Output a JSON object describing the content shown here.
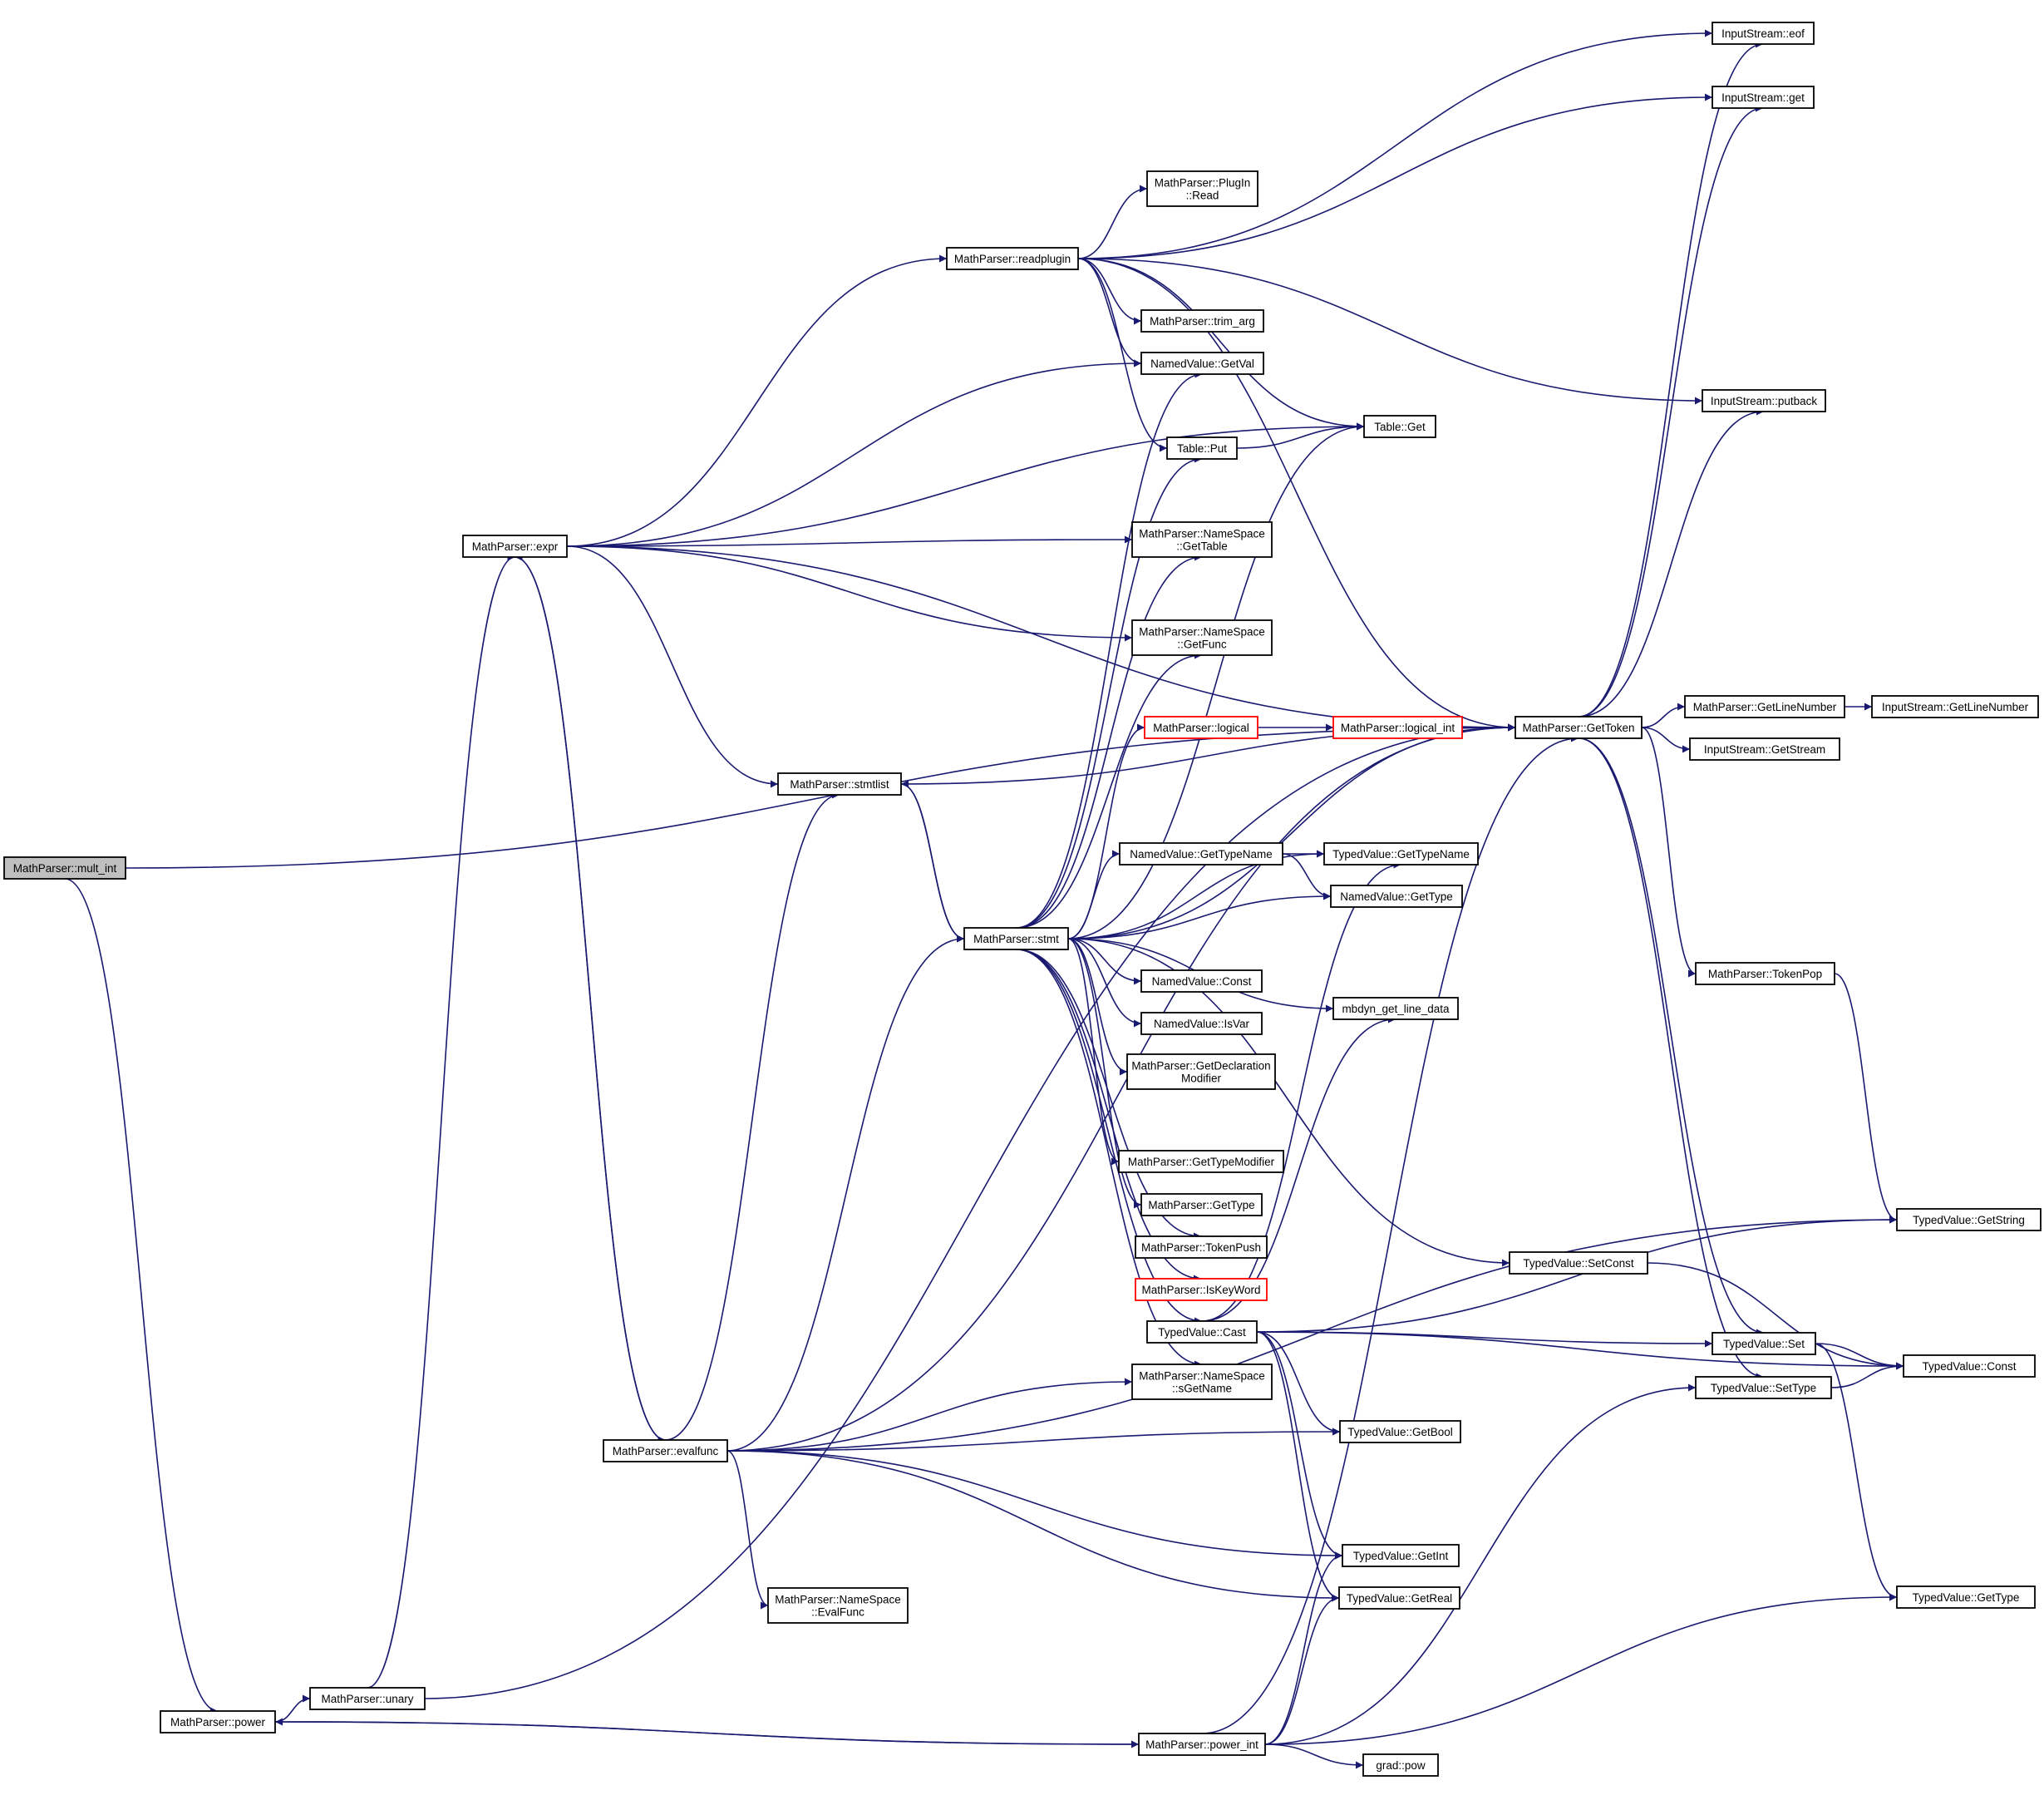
{
  "nodes": [
    {
      "id": "mult_int",
      "lines": [
        "MathParser::mult_int"
      ],
      "root": true
    },
    {
      "id": "power",
      "lines": [
        "MathParser::power"
      ]
    },
    {
      "id": "unary",
      "lines": [
        "MathParser::unary"
      ]
    },
    {
      "id": "expr",
      "lines": [
        "MathParser::expr"
      ]
    },
    {
      "id": "readplugin",
      "lines": [
        "MathParser::readplugin"
      ]
    },
    {
      "id": "stmtlist",
      "lines": [
        "MathParser::stmtlist"
      ]
    },
    {
      "id": "stmt",
      "lines": [
        "MathParser::stmt"
      ]
    },
    {
      "id": "evalfunc",
      "lines": [
        "MathParser::evalfunc"
      ]
    },
    {
      "id": "power_int",
      "lines": [
        "MathParser::power_int"
      ]
    },
    {
      "id": "plugin_read",
      "lines": [
        "MathParser::PlugIn",
        "::Read"
      ]
    },
    {
      "id": "trim_arg",
      "lines": [
        "MathParser::trim_arg"
      ]
    },
    {
      "id": "getval",
      "lines": [
        "NamedValue::GetVal"
      ]
    },
    {
      "id": "table_put",
      "lines": [
        "Table::Put"
      ]
    },
    {
      "id": "table_get",
      "lines": [
        "Table::Get"
      ]
    },
    {
      "id": "ns_gettable",
      "lines": [
        "MathParser::NameSpace",
        "::GetTable"
      ]
    },
    {
      "id": "ns_getfunc",
      "lines": [
        "MathParser::NameSpace",
        "::GetFunc"
      ]
    },
    {
      "id": "logical",
      "lines": [
        "MathParser::logical"
      ],
      "red": true
    },
    {
      "id": "logical_int",
      "lines": [
        "MathParser::logical_int"
      ],
      "red": true
    },
    {
      "id": "gettoken",
      "lines": [
        "MathParser::GetToken"
      ]
    },
    {
      "id": "nv_gettypename",
      "lines": [
        "NamedValue::GetTypeName"
      ]
    },
    {
      "id": "tv_gettypename",
      "lines": [
        "TypedValue::GetTypeName"
      ]
    },
    {
      "id": "nv_gettype",
      "lines": [
        "NamedValue::GetType"
      ]
    },
    {
      "id": "nv_const",
      "lines": [
        "NamedValue::Const"
      ]
    },
    {
      "id": "nv_isvar",
      "lines": [
        "NamedValue::IsVar"
      ]
    },
    {
      "id": "mbdyn_line",
      "lines": [
        "mbdyn_get_line_data"
      ]
    },
    {
      "id": "getdeclmod",
      "lines": [
        "MathParser::GetDeclaration",
        "Modifier"
      ]
    },
    {
      "id": "gettypemod",
      "lines": [
        "MathParser::GetTypeModifier"
      ]
    },
    {
      "id": "mp_gettype",
      "lines": [
        "MathParser::GetType"
      ]
    },
    {
      "id": "tokenpush",
      "lines": [
        "MathParser::TokenPush"
      ]
    },
    {
      "id": "iskeyword",
      "lines": [
        "MathParser::IsKeyWord"
      ],
      "red": true
    },
    {
      "id": "tv_cast",
      "lines": [
        "TypedValue::Cast"
      ]
    },
    {
      "id": "ns_sgetname",
      "lines": [
        "MathParser::NameSpace",
        "::sGetName"
      ]
    },
    {
      "id": "tv_getbool",
      "lines": [
        "TypedValue::GetBool"
      ]
    },
    {
      "id": "tv_getint",
      "lines": [
        "TypedValue::GetInt"
      ]
    },
    {
      "id": "tv_getreal",
      "lines": [
        "TypedValue::GetReal"
      ]
    },
    {
      "id": "ns_evalfunc",
      "lines": [
        "MathParser::NameSpace",
        "::EvalFunc"
      ]
    },
    {
      "id": "grad_pow",
      "lines": [
        "grad::pow"
      ]
    },
    {
      "id": "is_eof",
      "lines": [
        "InputStream::eof"
      ]
    },
    {
      "id": "is_get",
      "lines": [
        "InputStream::get"
      ]
    },
    {
      "id": "is_putback",
      "lines": [
        "InputStream::putback"
      ]
    },
    {
      "id": "getlinenumber",
      "lines": [
        "MathParser::GetLineNumber"
      ]
    },
    {
      "id": "is_getlinenumber",
      "lines": [
        "InputStream::GetLineNumber"
      ]
    },
    {
      "id": "is_getstream",
      "lines": [
        "InputStream::GetStream"
      ]
    },
    {
      "id": "tokenpop",
      "lines": [
        "MathParser::TokenPop"
      ]
    },
    {
      "id": "tv_setconst",
      "lines": [
        "TypedValue::SetConst"
      ]
    },
    {
      "id": "tv_getstring",
      "lines": [
        "TypedValue::GetString"
      ]
    },
    {
      "id": "tv_set",
      "lines": [
        "TypedValue::Set"
      ]
    },
    {
      "id": "tv_settype",
      "lines": [
        "TypedValue::SetType"
      ]
    },
    {
      "id": "tv_const",
      "lines": [
        "TypedValue::Const"
      ]
    },
    {
      "id": "tv_gettype",
      "lines": [
        "TypedValue::GetType"
      ]
    }
  ],
  "edges": [
    [
      "mult_int",
      "gettoken"
    ],
    [
      "mult_int",
      "power"
    ],
    [
      "power",
      "unary"
    ],
    [
      "power",
      "power_int"
    ],
    [
      "unary",
      "expr"
    ],
    [
      "unary",
      "gettoken"
    ],
    [
      "power_int",
      "power"
    ],
    [
      "power_int",
      "gettoken"
    ],
    [
      "power_int",
      "tv_getint"
    ],
    [
      "power_int",
      "tv_getreal"
    ],
    [
      "power_int",
      "grad_pow"
    ],
    [
      "power_int",
      "tv_settype"
    ],
    [
      "power_int",
      "tv_gettype"
    ],
    [
      "expr",
      "readplugin"
    ],
    [
      "expr",
      "getval"
    ],
    [
      "expr",
      "table_get"
    ],
    [
      "expr",
      "ns_gettable"
    ],
    [
      "expr",
      "ns_getfunc"
    ],
    [
      "expr",
      "gettoken"
    ],
    [
      "expr",
      "stmtlist"
    ],
    [
      "expr",
      "evalfunc"
    ],
    [
      "readplugin",
      "plugin_read"
    ],
    [
      "readplugin",
      "trim_arg"
    ],
    [
      "readplugin",
      "getval"
    ],
    [
      "readplugin",
      "table_put"
    ],
    [
      "readplugin",
      "table_get"
    ],
    [
      "readplugin",
      "is_eof"
    ],
    [
      "readplugin",
      "is_get"
    ],
    [
      "readplugin",
      "is_putback"
    ],
    [
      "readplugin",
      "gettoken"
    ],
    [
      "stmtlist",
      "gettoken"
    ],
    [
      "stmtlist",
      "stmt"
    ],
    [
      "stmt",
      "getval"
    ],
    [
      "stmt",
      "table_put"
    ],
    [
      "stmt",
      "table_get"
    ],
    [
      "stmt",
      "ns_gettable"
    ],
    [
      "stmt",
      "ns_getfunc"
    ],
    [
      "stmt",
      "logical"
    ],
    [
      "stmt",
      "gettoken"
    ],
    [
      "stmt",
      "nv_gettypename"
    ],
    [
      "stmt",
      "tv_gettypename"
    ],
    [
      "stmt",
      "nv_gettype"
    ],
    [
      "stmt",
      "nv_const"
    ],
    [
      "stmt",
      "nv_isvar"
    ],
    [
      "stmt",
      "mbdyn_line"
    ],
    [
      "stmt",
      "getdeclmod"
    ],
    [
      "stmt",
      "gettypemod"
    ],
    [
      "stmt",
      "mp_gettype"
    ],
    [
      "stmt",
      "tokenpush"
    ],
    [
      "stmt",
      "iskeyword"
    ],
    [
      "stmt",
      "tv_cast"
    ],
    [
      "stmt",
      "ns_sgetname"
    ],
    [
      "stmt",
      "tv_setconst"
    ],
    [
      "stmt",
      "stmtlist"
    ],
    [
      "evalfunc",
      "stmt"
    ],
    [
      "evalfunc",
      "ns_sgetname"
    ],
    [
      "evalfunc",
      "tv_getbool"
    ],
    [
      "evalfunc",
      "gettoken"
    ],
    [
      "evalfunc",
      "tv_getstring"
    ],
    [
      "evalfunc",
      "tv_getint"
    ],
    [
      "evalfunc",
      "tv_getreal"
    ],
    [
      "evalfunc",
      "ns_evalfunc"
    ],
    [
      "evalfunc",
      "stmtlist"
    ],
    [
      "evalfunc",
      "expr"
    ],
    [
      "table_put",
      "table_get"
    ],
    [
      "logical",
      "logical_int"
    ],
    [
      "logical_int",
      "gettoken"
    ],
    [
      "nv_gettypename",
      "tv_gettypename"
    ],
    [
      "nv_gettypename",
      "nv_gettype"
    ],
    [
      "gettoken",
      "is_eof"
    ],
    [
      "gettoken",
      "is_get"
    ],
    [
      "gettoken",
      "is_putback"
    ],
    [
      "gettoken",
      "getlinenumber"
    ],
    [
      "gettoken",
      "is_getstream"
    ],
    [
      "gettoken",
      "tokenpop"
    ],
    [
      "gettoken",
      "tv_set"
    ],
    [
      "gettoken",
      "tv_settype"
    ],
    [
      "getlinenumber",
      "is_getlinenumber"
    ],
    [
      "tokenpop",
      "tv_getstring"
    ],
    [
      "tv_cast",
      "tv_gettypename"
    ],
    [
      "tv_cast",
      "mbdyn_line"
    ],
    [
      "tv_cast",
      "tv_getstring"
    ],
    [
      "tv_cast",
      "tv_set"
    ],
    [
      "tv_cast",
      "tv_const"
    ],
    [
      "tv_cast",
      "tv_getbool"
    ],
    [
      "tv_cast",
      "tv_getint"
    ],
    [
      "tv_cast",
      "tv_getreal"
    ],
    [
      "tv_setconst",
      "tv_const"
    ],
    [
      "tv_set",
      "tv_const"
    ],
    [
      "tv_set",
      "tv_gettype"
    ],
    [
      "tv_settype",
      "tv_const"
    ]
  ]
}
